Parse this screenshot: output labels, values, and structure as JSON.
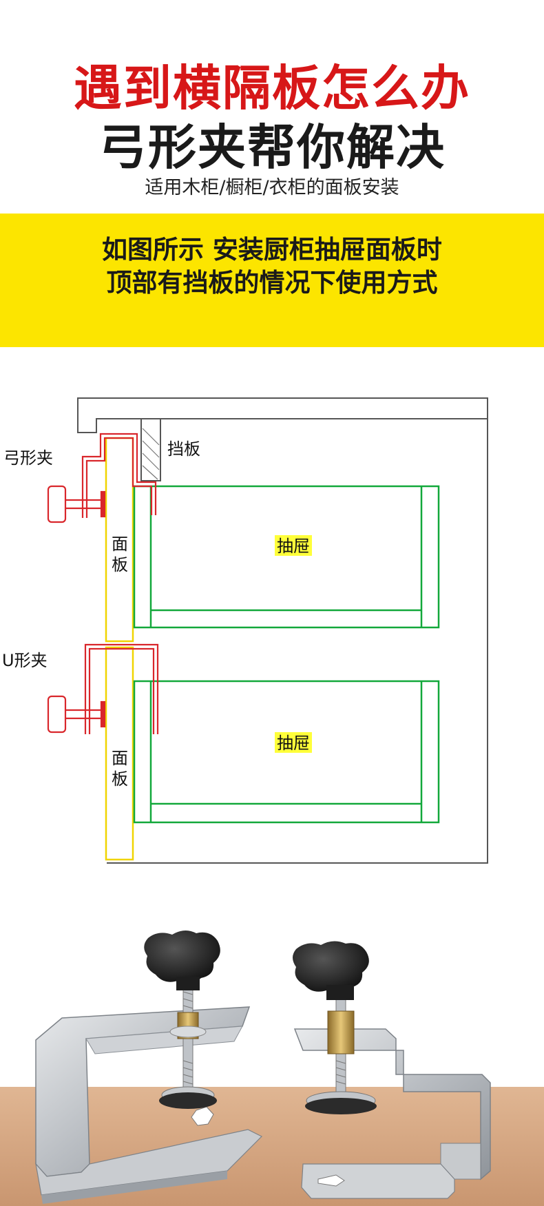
{
  "header": {
    "title_line1": "遇到横隔板怎么办",
    "title_line2": "弓形夹帮你解决",
    "subtitle": "适用木柜/橱柜/衣柜的面板安装"
  },
  "banner": {
    "line1": "如图所示 安装厨柜抽屉面板时",
    "line2": "顶部有挡板的情况下使用方式"
  },
  "diagram": {
    "bow_clamp_label": "弓形夹",
    "baffle_label": "挡板",
    "panel_label_top": "面",
    "panel_label_bottom": "板",
    "drawer_label": "抽屉",
    "u_clamp_label": "U形夹"
  },
  "colors": {
    "title_red": "#d71718",
    "banner_yellow": "#fce500",
    "clamp_red": "#d9262b",
    "drawer_green": "#12a83a",
    "panel_yellow": "#f0d400",
    "table_wood": "#d7a985"
  }
}
